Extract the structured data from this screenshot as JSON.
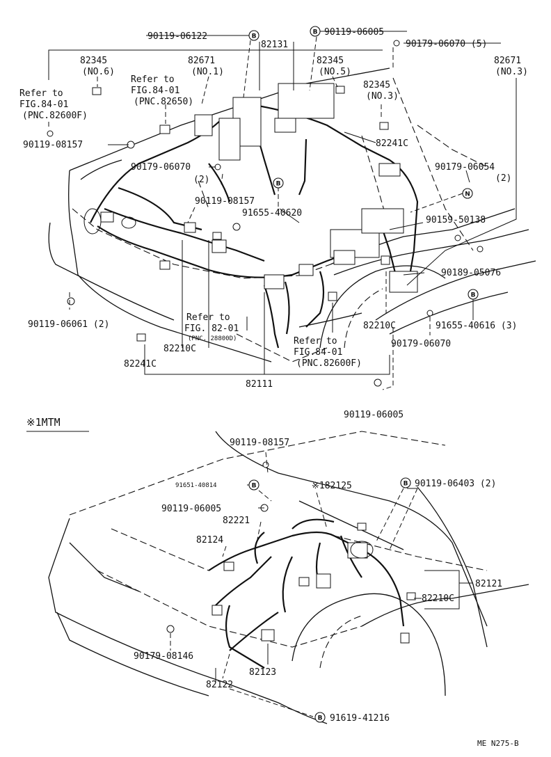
{
  "top_labels": {
    "p1": "90119-06122",
    "p2": "82131",
    "p3": "90119-06005",
    "p4": "90179-06070 (5)",
    "p5": "82345",
    "p5b": "(NO.6)",
    "p6": "82671",
    "p6b": "(NO.1)",
    "p7": "82345",
    "p7b": "(NO.5)",
    "p8": "82671",
    "p8b": "(NO.3)",
    "p9": "82345",
    "p9b": "(NO.3)",
    "ref1a": "Refer to",
    "ref1b": "FIG.84-01",
    "ref1c": "(PNC.82650)",
    "ref2a": "Refer to",
    "ref2b": "FIG.84-01",
    "ref2c": "(PNC.82600F)",
    "p10": "90119-08157",
    "p11": "82241C",
    "p12": "90179-06070",
    "p12b": "(2)",
    "p13": "90179-06054",
    "p13b": "(2)",
    "p14": "90119-08157",
    "p15": "91655-40620",
    "p16": "90159-50138",
    "p17": "90189-05076",
    "p18": "90119-06061 (2)",
    "ref3a": "Refer to",
    "ref3b": "FIG. 82-01",
    "ref3c": "(PNC. 28800D)",
    "p19": "91655-40616 (3)",
    "p20": "82210C",
    "p21": "90179-06070",
    "p22": "82210C",
    "ref4a": "Refer to",
    "ref4b": "FIG.84-01",
    "ref4c": "(PNC.82600F)",
    "p23": "82241C",
    "p24": "82111",
    "p25": "90119-06005"
  },
  "section_header": "※1MTM",
  "bottom_labels": {
    "q1": "90119-08157",
    "q2": "91651-40814",
    "q3": "※182125",
    "q4": "90119-06403 (2)",
    "q5": "90119-06005",
    "q6": "82221",
    "q7": "82124",
    "q8": "82121",
    "q9": "82210C",
    "q10": "90179-08146",
    "q11": "82123",
    "q12": "82122",
    "q13": "91619-41216"
  },
  "marks": {
    "b": "B",
    "n": "N"
  },
  "footer_code": "ME  N275-B"
}
